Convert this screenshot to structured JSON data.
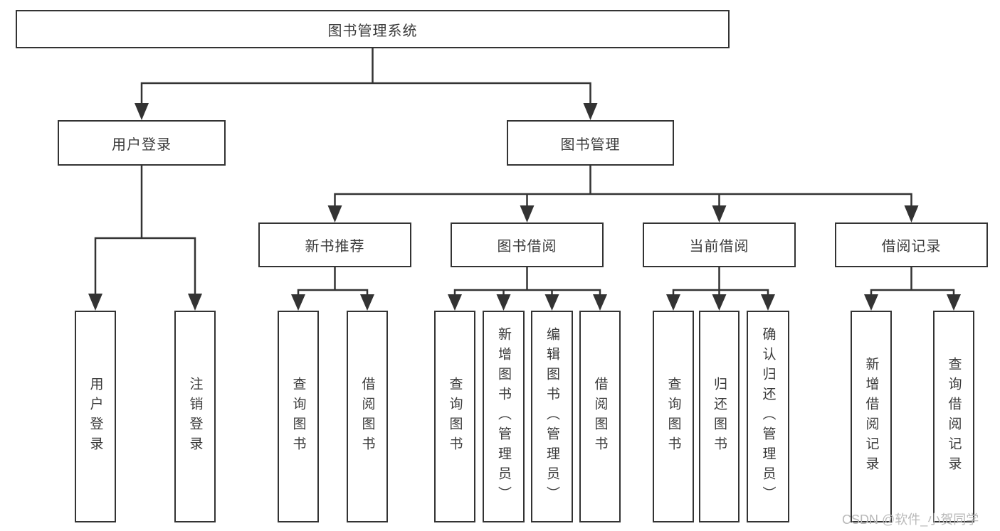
{
  "diagram": {
    "root": {
      "label": "图书管理系统"
    },
    "branches": [
      {
        "label": "用户登录",
        "children": [
          {
            "label": "用户登录"
          },
          {
            "label": "注销登录"
          }
        ]
      },
      {
        "label": "图书管理",
        "children": [
          {
            "label": "新书推荐",
            "children": [
              {
                "label": "查询图书"
              },
              {
                "label": "借阅图书"
              }
            ]
          },
          {
            "label": "图书借阅",
            "children": [
              {
                "label": "查询图书"
              },
              {
                "label": "新增图书（管理员）"
              },
              {
                "label": "编辑图书（管理员）"
              },
              {
                "label": "借阅图书"
              }
            ]
          },
          {
            "label": "当前借阅",
            "children": [
              {
                "label": "查询图书"
              },
              {
                "label": "归还图书"
              },
              {
                "label": "确认归还（管理员）"
              }
            ]
          },
          {
            "label": "借阅记录",
            "children": [
              {
                "label": "新增借阅记录"
              },
              {
                "label": "查询借阅记录"
              }
            ]
          }
        ]
      }
    ]
  },
  "watermark": "CSDN @软件_小贺同学",
  "colors": {
    "line": "#333333",
    "text": "#3b3b3b",
    "background": "#ffffff",
    "watermark": "#b9b9b9"
  }
}
